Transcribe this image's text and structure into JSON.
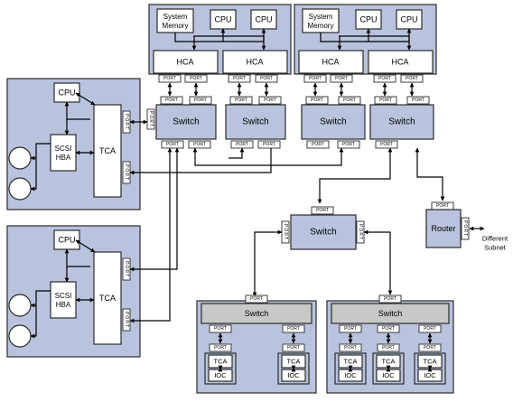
{
  "labels": {
    "system_memory": "System Memory",
    "cpu": "CPU",
    "hca": "HCA",
    "port": "PORT",
    "switch": "Switch",
    "tca": "TCA",
    "scsi_hba": "SCSI HBA",
    "router": "Router",
    "ioc": "IOC",
    "different_subnet": "Different Subnet"
  },
  "colors": {
    "panel_fill": "#b9c3dd",
    "switch_bar": "#c8c8c8",
    "box_fill": "#ffffff",
    "line": "#000000"
  }
}
